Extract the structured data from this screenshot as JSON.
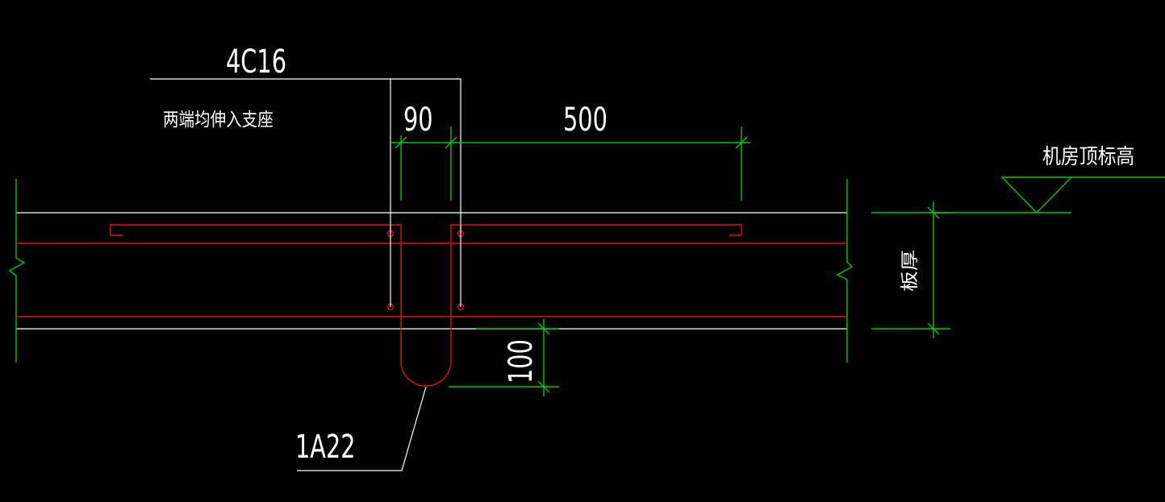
{
  "labels": {
    "top_rebar": "4C16",
    "note": "两端均伸入支座",
    "dim_90": "90",
    "dim_500": "500",
    "dim_100": "100",
    "level": "机房顶标高",
    "thickness": "板厚",
    "hook_bar": "1A22"
  },
  "colors": {
    "background": "#000000",
    "slab": "#ffffff",
    "dimension": "#00c800",
    "rebar": "#e01010",
    "text": "#ffffff"
  }
}
